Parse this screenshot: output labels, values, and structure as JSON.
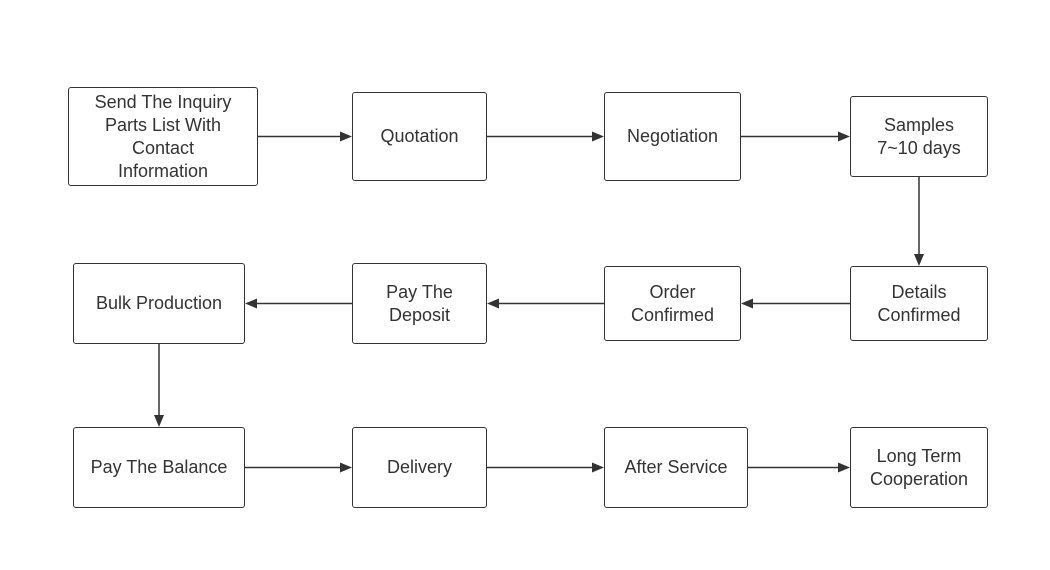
{
  "diagram": {
    "colors": {
      "stroke": "#333333",
      "text": "#333333",
      "background": "#ffffff"
    },
    "nodes": {
      "inquiry": "Send The Inquiry\nParts List With\nContact\nInformation",
      "quotation": "Quotation",
      "negotiation": "Negotiation",
      "samples": "Samples\n7~10 days",
      "details": "Details\nConfirmed",
      "order": "Order\nConfirmed",
      "deposit": "Pay The\nDeposit",
      "bulk": "Bulk Production",
      "balance": "Pay The Balance",
      "delivery": "Delivery",
      "after_service": "After Service",
      "cooperation": "Long Term\nCooperation"
    },
    "edges": [
      [
        "inquiry",
        "quotation"
      ],
      [
        "quotation",
        "negotiation"
      ],
      [
        "negotiation",
        "samples"
      ],
      [
        "samples",
        "details"
      ],
      [
        "details",
        "order"
      ],
      [
        "order",
        "deposit"
      ],
      [
        "deposit",
        "bulk"
      ],
      [
        "bulk",
        "balance"
      ],
      [
        "balance",
        "delivery"
      ],
      [
        "delivery",
        "after_service"
      ],
      [
        "after_service",
        "cooperation"
      ]
    ]
  }
}
